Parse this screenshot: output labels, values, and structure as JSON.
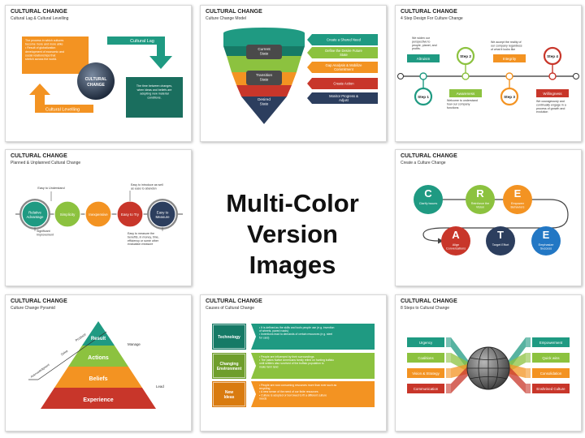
{
  "center_text": {
    "line1": "Multi-Color",
    "line2": "Version Images"
  },
  "slides": [
    {
      "title": "CULTURAL CHANGE",
      "subtitle": "Cultural Lag & Cultural Levelling",
      "box1_lines": [
        "The process in which cultures",
        "become more and more alike",
        "• Result of globalization",
        "development of economic and",
        "social relationships that",
        "stretch across the world."
      ],
      "box2_lines": [
        "The time between changes,",
        "when ideas and beliefs are",
        "adopting new material",
        "conditions."
      ],
      "arrow_top_label": "Cultural Lag",
      "arrow_bottom_label": "Cultural Levelling",
      "circle_line1": "CULTURAL",
      "circle_line2": "CHANGE"
    },
    {
      "title": "CULTURAL CHANGE",
      "subtitle": "Culture Change Model",
      "funnel_labels": [
        [
          "Current",
          "State"
        ],
        [
          "Transition",
          "State"
        ],
        [
          "Desired",
          "State"
        ]
      ],
      "arrows": [
        [
          "Create a Shared Need"
        ],
        [
          "Define the Desire Future",
          "State"
        ],
        [
          "Gap Analysis & Mobilize",
          "Commitment"
        ],
        [
          "Create Action"
        ],
        [
          "Monitor Progress &",
          "Adjust"
        ]
      ]
    },
    {
      "title": "CULTURAL CHANGE",
      "subtitle": "4 Step Design For Culture Change",
      "top_texts": [
        [
          "We widen our",
          "perspective to",
          "people, planet, and",
          "profits."
        ],
        [
          "We accept the reality of",
          "our company regardless",
          "of what it looks like"
        ]
      ],
      "labels": [
        "Altruism",
        "Awareness",
        "Integrity",
        "Willingness"
      ],
      "steps": [
        "Step 1",
        "Step 2",
        "Step 3",
        "Step 4"
      ],
      "bottom_texts": [
        [
          "Welcome to understand",
          "how our company",
          "functions"
        ],
        [
          "We courageously and",
          "continually engage in a",
          "process of growth and",
          "evolution"
        ]
      ]
    },
    {
      "title": "CULTURAL CHANGE",
      "subtitle": "Planned & Unplanned Cultural Change",
      "circles": [
        [
          "Relative",
          "Advantage"
        ],
        [
          "Simplicity"
        ],
        [
          "Inexpensive"
        ],
        [
          "Easy to Try"
        ],
        [
          "Easy to",
          "Measure"
        ]
      ],
      "notes": [
        [
          "Easy to Understand"
        ],
        [
          "Significant",
          "Improvement"
        ],
        [
          "Easy to introduce as well",
          "as ease to abandon"
        ],
        [
          "Easy to measure the",
          "benefits, in money, time,",
          "efficiency or some other",
          "evaluation measure"
        ]
      ]
    },
    {
      "title": "CULTURAL CHANGE",
      "subtitle": "Create a Culture Change",
      "letters": [
        "C",
        "R",
        "E",
        "A",
        "T",
        "E"
      ],
      "captions": [
        [
          "Clarify issues"
        ],
        [
          "Reinforce the",
          "Vision"
        ],
        [
          "Empower",
          "Behaviors"
        ],
        [
          "Align",
          "Conversations"
        ],
        [
          "Target Effort"
        ],
        [
          "Emphasize",
          "Success"
        ]
      ]
    },
    {
      "title": "CULTURAL CHANGE",
      "subtitle": "Culture Change Pyramid",
      "levels": [
        "Result",
        "Actions",
        "Beliefs",
        "Experience"
      ],
      "side_labels": [
        "Produce",
        "Drive",
        "Acknowledgment",
        "Manage",
        "Lead"
      ]
    },
    {
      "title": "CULTURAL CHANGE",
      "subtitle": "Causes of Cultural Change",
      "rows": [
        {
          "label": [
            "Technology"
          ],
          "bullets": [
            [
              "It is defined as the skills and tools people use (e.g. invention",
              "of wheels, paved roads)"
            ],
            [
              "Inventions lead to demands of certain resources (e.g. steel",
              "for cars)"
            ]
          ]
        },
        {
          "label": [
            "Changing",
            "Environment"
          ],
          "bullets": [
            [
              "People are influenced by their surroundings"
            ],
            [
              "The plains Native Americans family relied on hunting buffalo",
              "until settlers also survived of the buffalo population to",
              "make farm land"
            ]
          ]
        },
        {
          "label": [
            "New",
            "Ideas"
          ],
          "bullets": [
            [
              "People are now consuming resources more than ever such as",
              "recycling"
            ],
            [
              "A new sense of the need of our finite resources"
            ],
            [
              "Culture is adopted or borrowed to fit a different culture",
              "needs"
            ]
          ]
        }
      ]
    },
    {
      "title": "CULTURAL CHANGE",
      "subtitle": "8 Steps to Cultural Change",
      "left_labels": [
        "Urgency",
        "Coalitions",
        "Vision & Strategy",
        "Communication"
      ],
      "right_labels": [
        "Empowerment",
        "Quick wins",
        "Consolidation",
        "Enshrined Culture"
      ]
    }
  ],
  "colors": {
    "teal": "#1f9a82",
    "green": "#8cc23f",
    "orange": "#f39322",
    "red": "#c8362a",
    "navy": "#2c3e5e",
    "blue": "#2277c4",
    "grey": "#4d4d4d"
  }
}
